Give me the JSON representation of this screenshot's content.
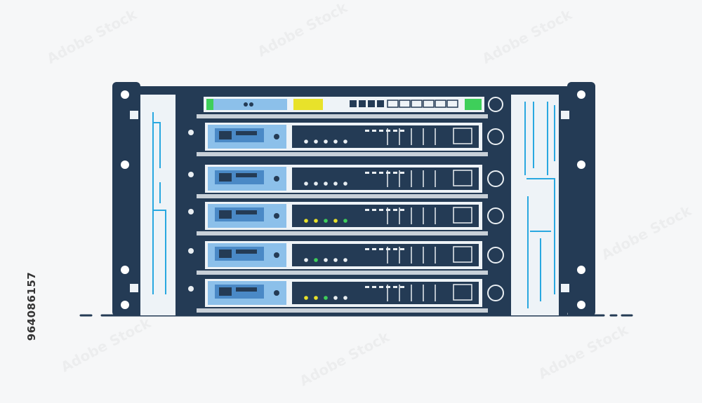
{
  "image": {
    "stock_id": "964086157",
    "watermark_text": "Adobe Stock"
  },
  "palette": {
    "background": "#f6f7f8",
    "frame": "#243b55",
    "panel_light": "#eef3f7",
    "blue_light": "#8cc0ea",
    "blue_mid": "#4a89c6",
    "accent_cyan": "#29a8e0",
    "led_green": "#3ecf5a",
    "led_yellow": "#e8e22a",
    "led_white": "#e9eef2"
  },
  "rack": {
    "units": [
      {
        "type": "switch"
      },
      {
        "type": "server",
        "leds": [
          "white",
          "white",
          "white",
          "white",
          "white"
        ]
      },
      {
        "type": "server",
        "leds": [
          "white",
          "white",
          "white",
          "white",
          "white"
        ]
      },
      {
        "type": "server",
        "leds": [
          "yellow",
          "yellow",
          "green",
          "yellow",
          "green"
        ]
      },
      {
        "type": "server",
        "leds": [
          "white",
          "green",
          "white",
          "white",
          "white"
        ]
      },
      {
        "type": "server",
        "leds": [
          "yellow",
          "yellow",
          "green",
          "white",
          "white"
        ]
      }
    ]
  }
}
